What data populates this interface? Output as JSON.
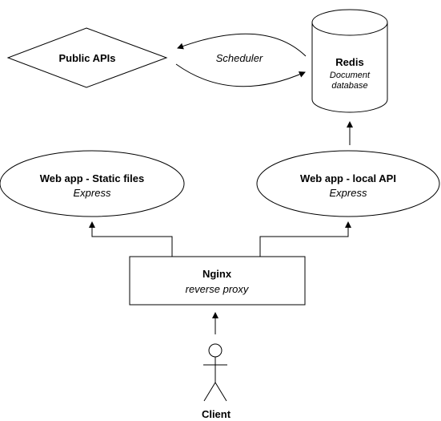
{
  "nodes": {
    "public_apis": {
      "title": "Public APIs"
    },
    "redis": {
      "title": "Redis",
      "subtitle_line1": "Document",
      "subtitle_line2": "database"
    },
    "web_static": {
      "title": "Web app - Static files",
      "subtitle": "Express"
    },
    "web_api": {
      "title": "Web app - local API",
      "subtitle": "Express"
    },
    "nginx": {
      "title": "Nginx",
      "subtitle": "reverse proxy"
    },
    "client": {
      "title": "Client"
    }
  },
  "edges": {
    "scheduler": {
      "label": "Scheduler"
    }
  }
}
